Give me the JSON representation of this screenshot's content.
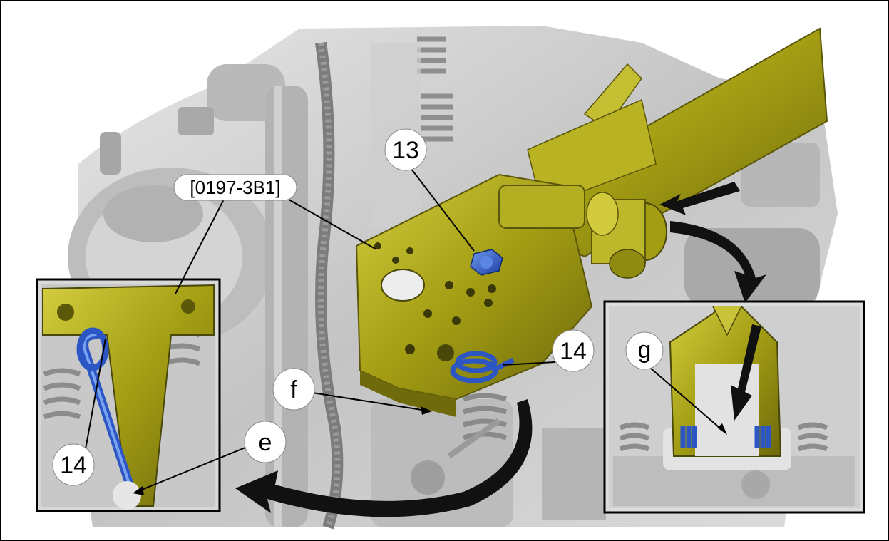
{
  "labels": {
    "callout_13": "13",
    "callout_14_main": "14",
    "callout_14_inset": "14",
    "callout_f": "f",
    "callout_e": "e",
    "callout_g": "g",
    "tool_code": "[0197-3B1]"
  },
  "colors": {
    "tool": "#a8a217",
    "tool_dark": "#6e6a0c",
    "tool_light": "#d6d04a",
    "spring_blue": "#2f5fd0",
    "engine_gray": "#c9c9c9",
    "arrow": "#111111"
  }
}
